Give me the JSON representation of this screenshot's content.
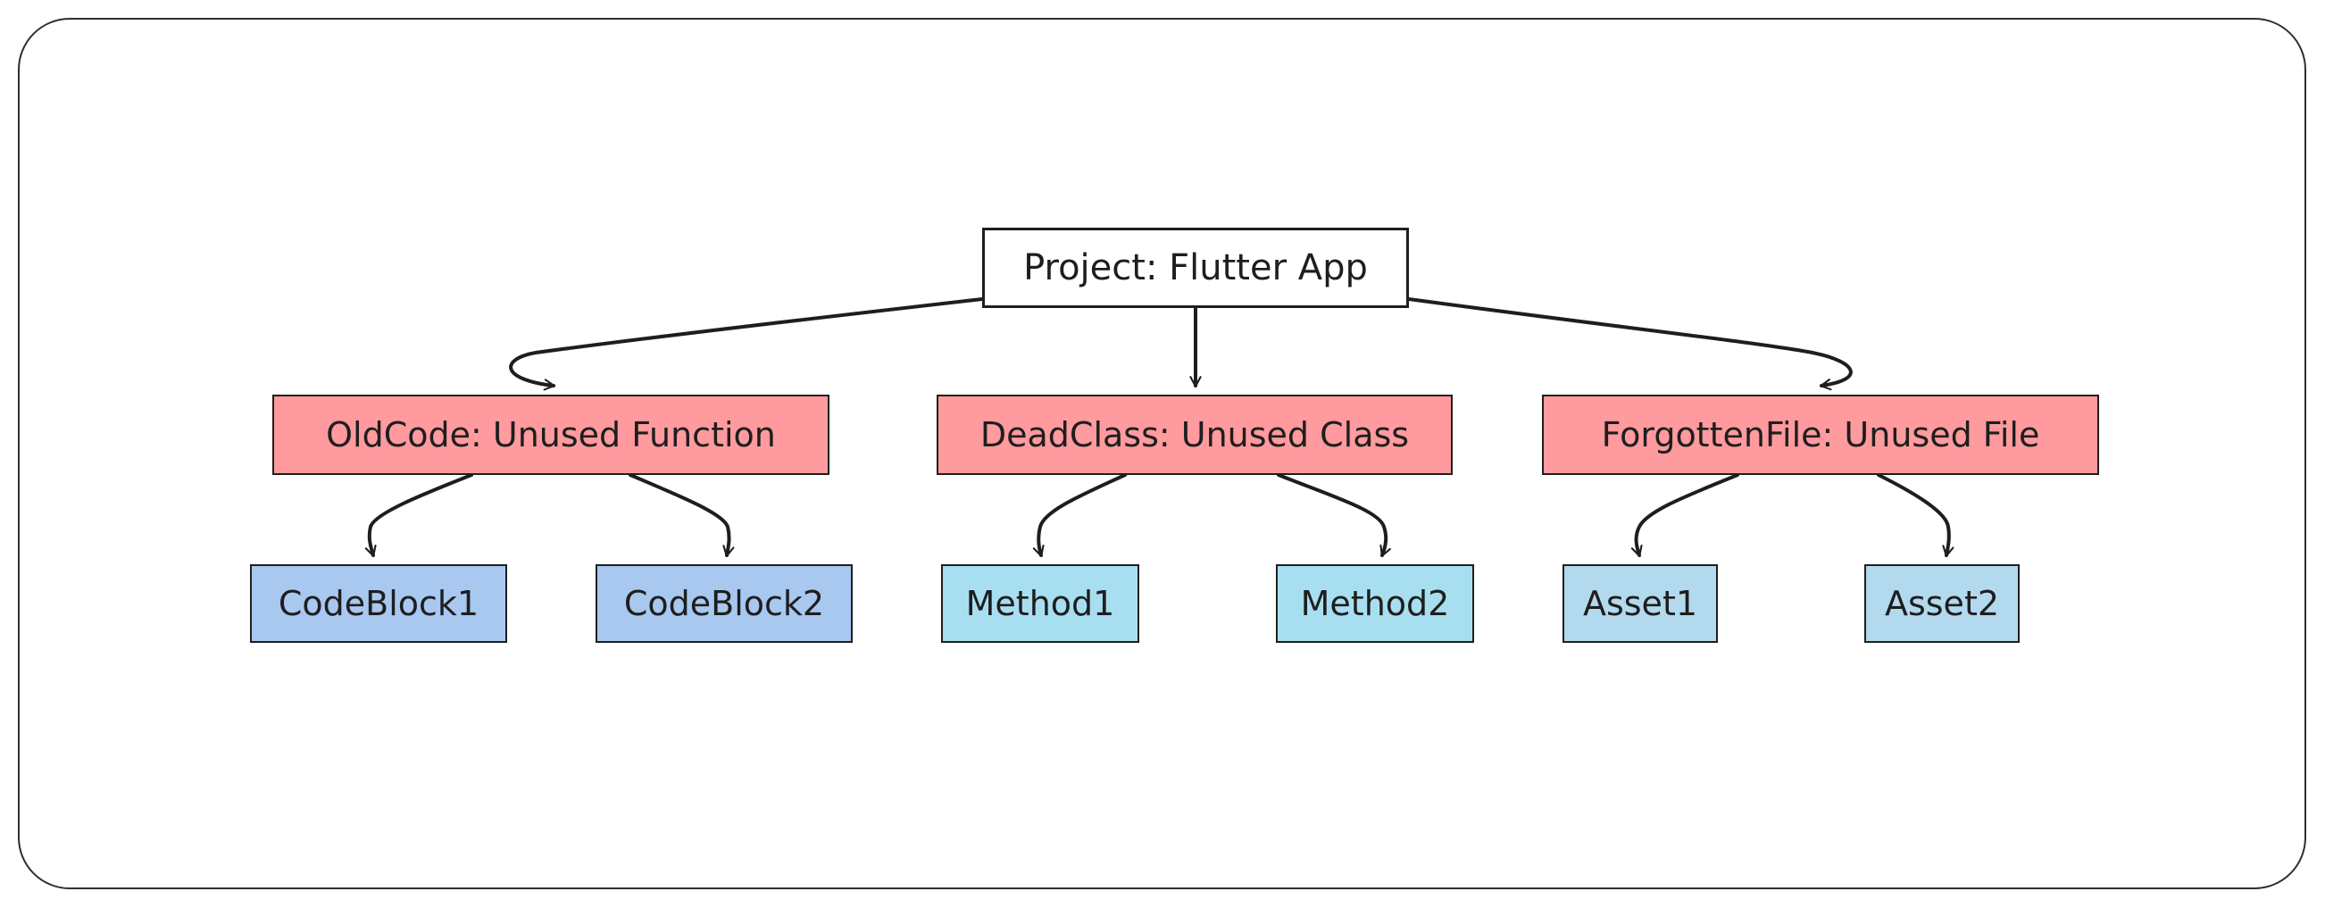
{
  "diagram": {
    "root": {
      "label": "Project: Flutter App"
    },
    "branches": [
      {
        "label": "OldCode: Unused Function",
        "color": "#ff9a9e",
        "children": [
          {
            "label": "CodeBlock1",
            "color": "#a8c8f0"
          },
          {
            "label": "CodeBlock2",
            "color": "#a8c8f0"
          }
        ]
      },
      {
        "label": "DeadClass: Unused Class",
        "color": "#ff9a9e",
        "children": [
          {
            "label": "Method1",
            "color": "#a8dff0"
          },
          {
            "label": "Method2",
            "color": "#a8dff0"
          }
        ]
      },
      {
        "label": "ForgottenFile: Unused File",
        "color": "#ff9a9e",
        "children": [
          {
            "label": "Asset1",
            "color": "#b3d9ef"
          },
          {
            "label": "Asset2",
            "color": "#b3d9ef"
          }
        ]
      }
    ],
    "stroke_color": "#1e1e1e"
  }
}
